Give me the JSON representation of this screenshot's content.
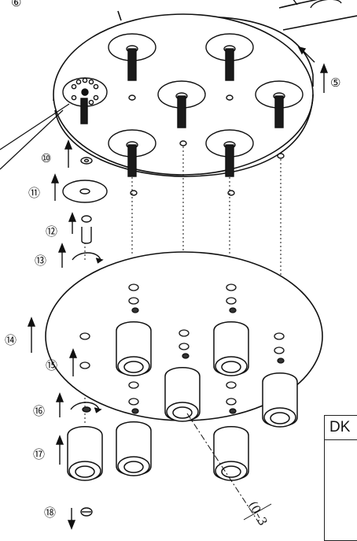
{
  "callouts": [
    {
      "id": "6",
      "label": "⑥"
    },
    {
      "id": "5",
      "label": "⑤"
    },
    {
      "id": "10",
      "label": "⑩"
    },
    {
      "id": "11",
      "label": "⑪"
    },
    {
      "id": "12",
      "label": "⑫"
    },
    {
      "id": "13",
      "label": "⑬"
    },
    {
      "id": "14",
      "label": "⑭"
    },
    {
      "id": "15",
      "label": "⑮"
    },
    {
      "id": "16",
      "label": "⑯"
    },
    {
      "id": "17",
      "label": "⑰"
    },
    {
      "id": "18",
      "label": "⑱"
    }
  ],
  "dimension_note": "(0–3",
  "language_box": {
    "code": "DK"
  },
  "colors": {
    "line": "#111111",
    "fill": "#ffffff",
    "bolt": "#1a1a1a"
  }
}
